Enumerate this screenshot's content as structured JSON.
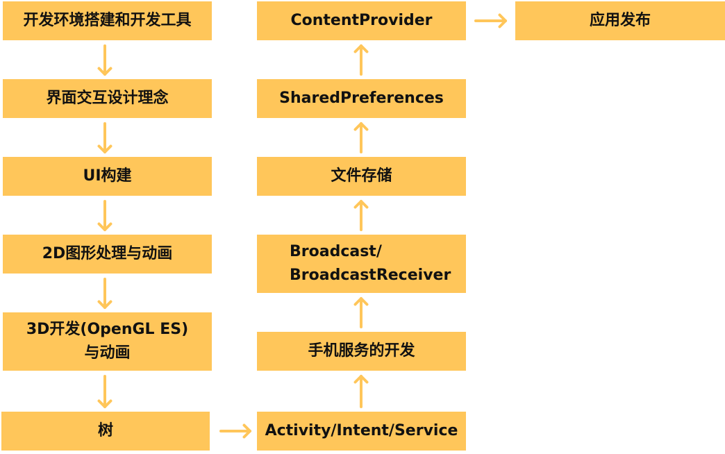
{
  "colors": {
    "box": "#FFC65A",
    "arrow": "#FFC65A",
    "text": "#111111"
  },
  "nodes": [
    {
      "id": "n1",
      "label": "开发环境搭建和开发工具"
    },
    {
      "id": "n2",
      "label": "界面交互设计理念"
    },
    {
      "id": "n3",
      "label": "UI构建"
    },
    {
      "id": "n4",
      "label": "2D图形处理与动画"
    },
    {
      "id": "n5",
      "label": "3D开发(OpenGL ES)\n与动画"
    },
    {
      "id": "n6",
      "label": "树"
    },
    {
      "id": "n7",
      "label": "Activity/Intent/Service"
    },
    {
      "id": "n8",
      "label": "手机服务的开发"
    },
    {
      "id": "n9",
      "label": "Broadcast/\nBroadcastReceiver"
    },
    {
      "id": "n10",
      "label": "文件存储"
    },
    {
      "id": "n11",
      "label": "SharedPreferences"
    },
    {
      "id": "n12",
      "label": "ContentProvider"
    },
    {
      "id": "n13",
      "label": "应用发布"
    }
  ],
  "edges": [
    {
      "from": "n1",
      "to": "n2"
    },
    {
      "from": "n2",
      "to": "n3"
    },
    {
      "from": "n3",
      "to": "n4"
    },
    {
      "from": "n4",
      "to": "n5"
    },
    {
      "from": "n5",
      "to": "n6"
    },
    {
      "from": "n6",
      "to": "n7"
    },
    {
      "from": "n7",
      "to": "n8"
    },
    {
      "from": "n8",
      "to": "n9"
    },
    {
      "from": "n9",
      "to": "n10"
    },
    {
      "from": "n10",
      "to": "n11"
    },
    {
      "from": "n11",
      "to": "n12"
    },
    {
      "from": "n12",
      "to": "n13"
    }
  ]
}
